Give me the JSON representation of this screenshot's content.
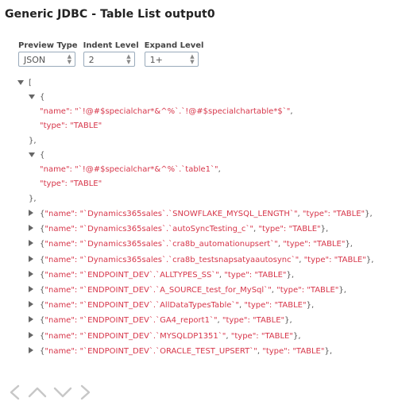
{
  "header": {
    "title": "Generic JDBC - Table List output0"
  },
  "controls": [
    {
      "label": "Preview Type",
      "value": "JSON"
    },
    {
      "label": "Indent Level",
      "value": "2"
    },
    {
      "label": "Expand Level",
      "value": "1+"
    }
  ],
  "tree": {
    "open_bracket": "[",
    "expanded": [
      {
        "name": "`!@#$specialchar*&^%`.`!@#$specialchartable*$`",
        "type": "TABLE"
      },
      {
        "name": "`!@#$specialchar*&^%`.`table1`",
        "type": "TABLE"
      }
    ],
    "collapsed": [
      {
        "name": "`Dynamics365sales`.`SNOWFLAKE_MYSQL_LENGTH`",
        "type": "TABLE"
      },
      {
        "name": "`Dynamics365sales`.`autoSyncTesting_c`",
        "type": "TABLE"
      },
      {
        "name": "`Dynamics365sales`.`cra8b_automationupsert`",
        "type": "TABLE"
      },
      {
        "name": "`Dynamics365sales`.`cra8b_testsnapsatyaautosync`",
        "type": "TABLE"
      },
      {
        "name": "`ENDPOINT_DEV`.`ALLTYPES_SS`",
        "type": "TABLE"
      },
      {
        "name": "`ENDPOINT_DEV`.`A_SOURCE_test_for_MySql`",
        "type": "TABLE"
      },
      {
        "name": "`ENDPOINT_DEV`.`AllDataTypesTable`",
        "type": "TABLE"
      },
      {
        "name": "`ENDPOINT_DEV`.`GA4_report1`",
        "type": "TABLE"
      },
      {
        "name": "`ENDPOINT_DEV`.`MYSQLDP1351`",
        "type": "TABLE"
      },
      {
        "name": "`ENDPOINT_DEV`.`ORACLE_TEST_UPSERT`",
        "type": "TABLE"
      }
    ]
  },
  "icons": [
    "chevron-left-icon",
    "chevron-up-icon",
    "chevron-down-icon",
    "chevron-right-icon"
  ]
}
